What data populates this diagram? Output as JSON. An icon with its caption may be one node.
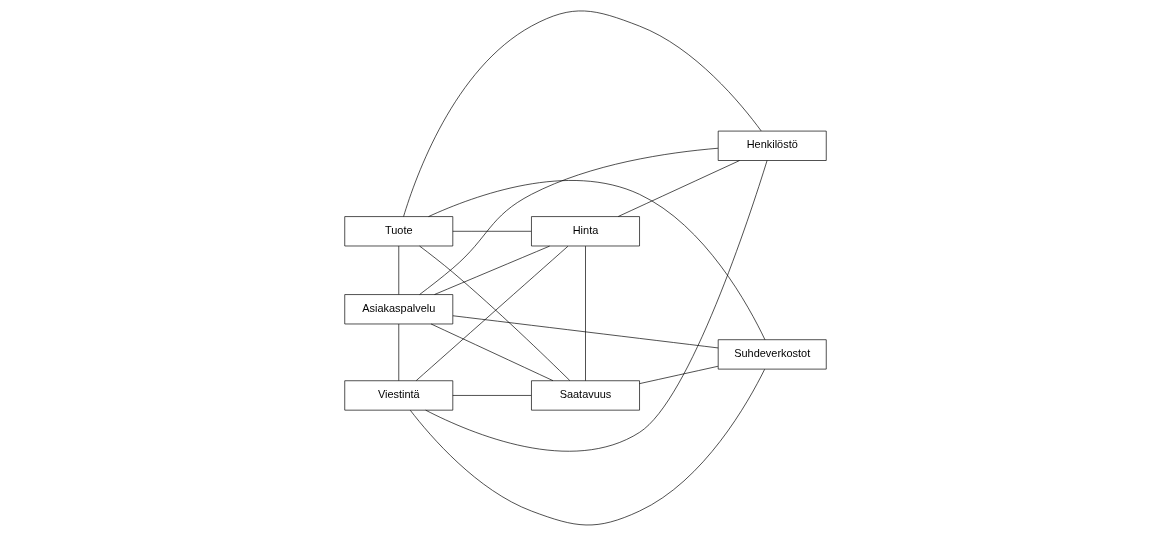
{
  "diagram": {
    "nodes": [
      {
        "text": [
          "Tuote"
        ]
      },
      {
        "text": [
          "Hinta"
        ]
      },
      {
        "text": [
          "Henkilöstö"
        ]
      },
      {
        "text": [
          "Asiakaspalvelu"
        ]
      },
      {
        "text": [
          "Saatavuus"
        ]
      },
      {
        "text": [
          "Suhdeverkostot"
        ]
      },
      {
        "text": [
          "Viestintä"
        ]
      }
    ],
    "edges": [
      {
        "from": 1,
        "to": 0,
        "arrow": "none"
      },
      {
        "from": 0,
        "to": 2,
        "arrow": "none"
      },
      {
        "from": 1,
        "to": 2,
        "arrow": "none"
      },
      {
        "from": 1,
        "to": 4,
        "arrow": "none"
      },
      {
        "from": 1,
        "to": 3,
        "arrow": "none"
      },
      {
        "from": 1,
        "to": 6,
        "arrow": "none"
      },
      {
        "from": 0,
        "to": 3,
        "arrow": "none"
      },
      {
        "from": 0,
        "to": 4,
        "arrow": "none"
      },
      {
        "from": 0,
        "to": 5,
        "arrow": "none"
      },
      {
        "from": 3,
        "to": 2,
        "arrow": "none"
      },
      {
        "from": 2,
        "to": 6,
        "arrow": "none"
      },
      {
        "from": 3,
        "to": 6,
        "arrow": "none"
      },
      {
        "from": 4,
        "to": 3,
        "arrow": "none"
      },
      {
        "from": 3,
        "to": 5,
        "arrow": "none"
      },
      {
        "from": 4,
        "to": 5,
        "arrow": "none"
      },
      {
        "from": 4,
        "to": 6,
        "arrow": "none"
      },
      {
        "from": 6,
        "to": 5,
        "arrow": "none"
      }
    ]
  }
}
